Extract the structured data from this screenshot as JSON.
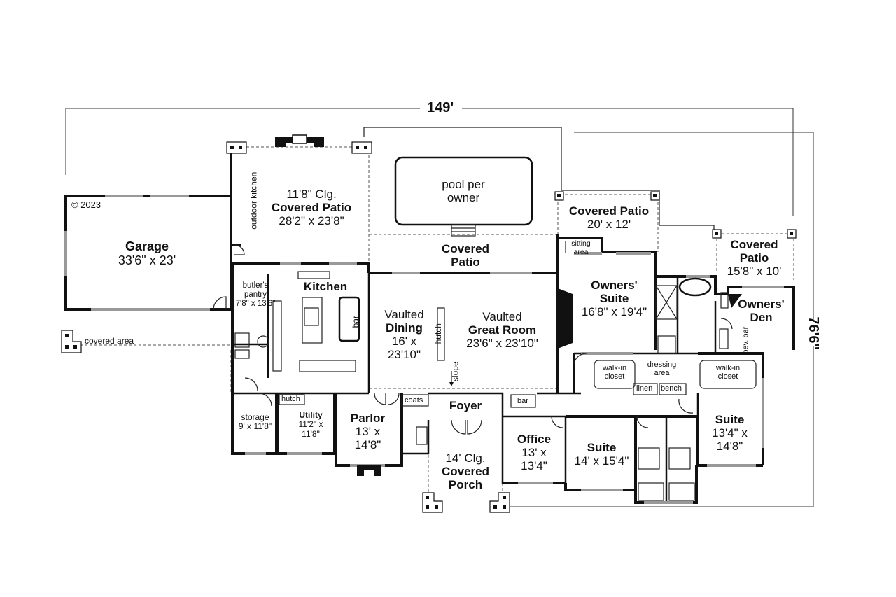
{
  "dimensions": {
    "overall_width": "149'",
    "overall_depth": "76'6\""
  },
  "copyright": "© 2023",
  "pool": "pool per owner",
  "rooms": {
    "garage": {
      "name": "Garage",
      "size": "33'6\" x 23'"
    },
    "covered_patio_main": {
      "ceiling": "11'8\" Clg.",
      "name": "Covered Patio",
      "size": "28'2\" x 23'8\""
    },
    "covered_patio_center": {
      "name": "Covered Patio"
    },
    "covered_patio_owners": {
      "name": "Covered Patio",
      "size": "20' x 12'"
    },
    "covered_patio_den": {
      "name": "Covered Patio",
      "size": "15'8\" x 10'"
    },
    "kitchen": {
      "name": "Kitchen"
    },
    "butlers_pantry": {
      "name": "butler's pantry",
      "size": "7'8\" x 13'6\""
    },
    "dining": {
      "prefix": "Vaulted",
      "name": "Dining",
      "size": "16' x 23'10\""
    },
    "great_room": {
      "prefix": "Vaulted",
      "name": "Great Room",
      "size": "23'6\" x 23'10\""
    },
    "owners_suite": {
      "name": "Owners' Suite",
      "size": "16'8\" x 19'4\""
    },
    "owners_den": {
      "name": "Owners' Den"
    },
    "storage": {
      "name": "storage",
      "size": "9' x 11'8\""
    },
    "utility": {
      "name": "Utility",
      "size": "11'2\" x 11'8\""
    },
    "parlor": {
      "name": "Parlor",
      "size": "13' x 14'8\""
    },
    "foyer": {
      "name": "Foyer"
    },
    "covered_porch": {
      "ceiling": "14' Clg.",
      "name": "Covered Porch"
    },
    "office": {
      "name": "Office",
      "size": "13' x 13'4\""
    },
    "suite_center": {
      "name": "Suite",
      "size": "14' x 15'4\""
    },
    "suite_right": {
      "name": "Suite",
      "size": "13'4\" x 14'8\""
    }
  },
  "small_labels": {
    "outdoor_kitchen": "outdoor kitchen",
    "covered_area": "covered area",
    "hutch_dining": "hutch",
    "hutch_utility": "hutch",
    "slope": "slope",
    "bar_kitchen": "bar",
    "bar_foyer": "bar",
    "bev_bar": "bev. bar",
    "coats": "coats",
    "sitting_area": "sitting area",
    "walkin_closet_left": "walk-in closet",
    "walkin_closet_right": "walk-in closet",
    "dressing_area": "dressing area",
    "linen": "linen",
    "bench": "bench"
  }
}
